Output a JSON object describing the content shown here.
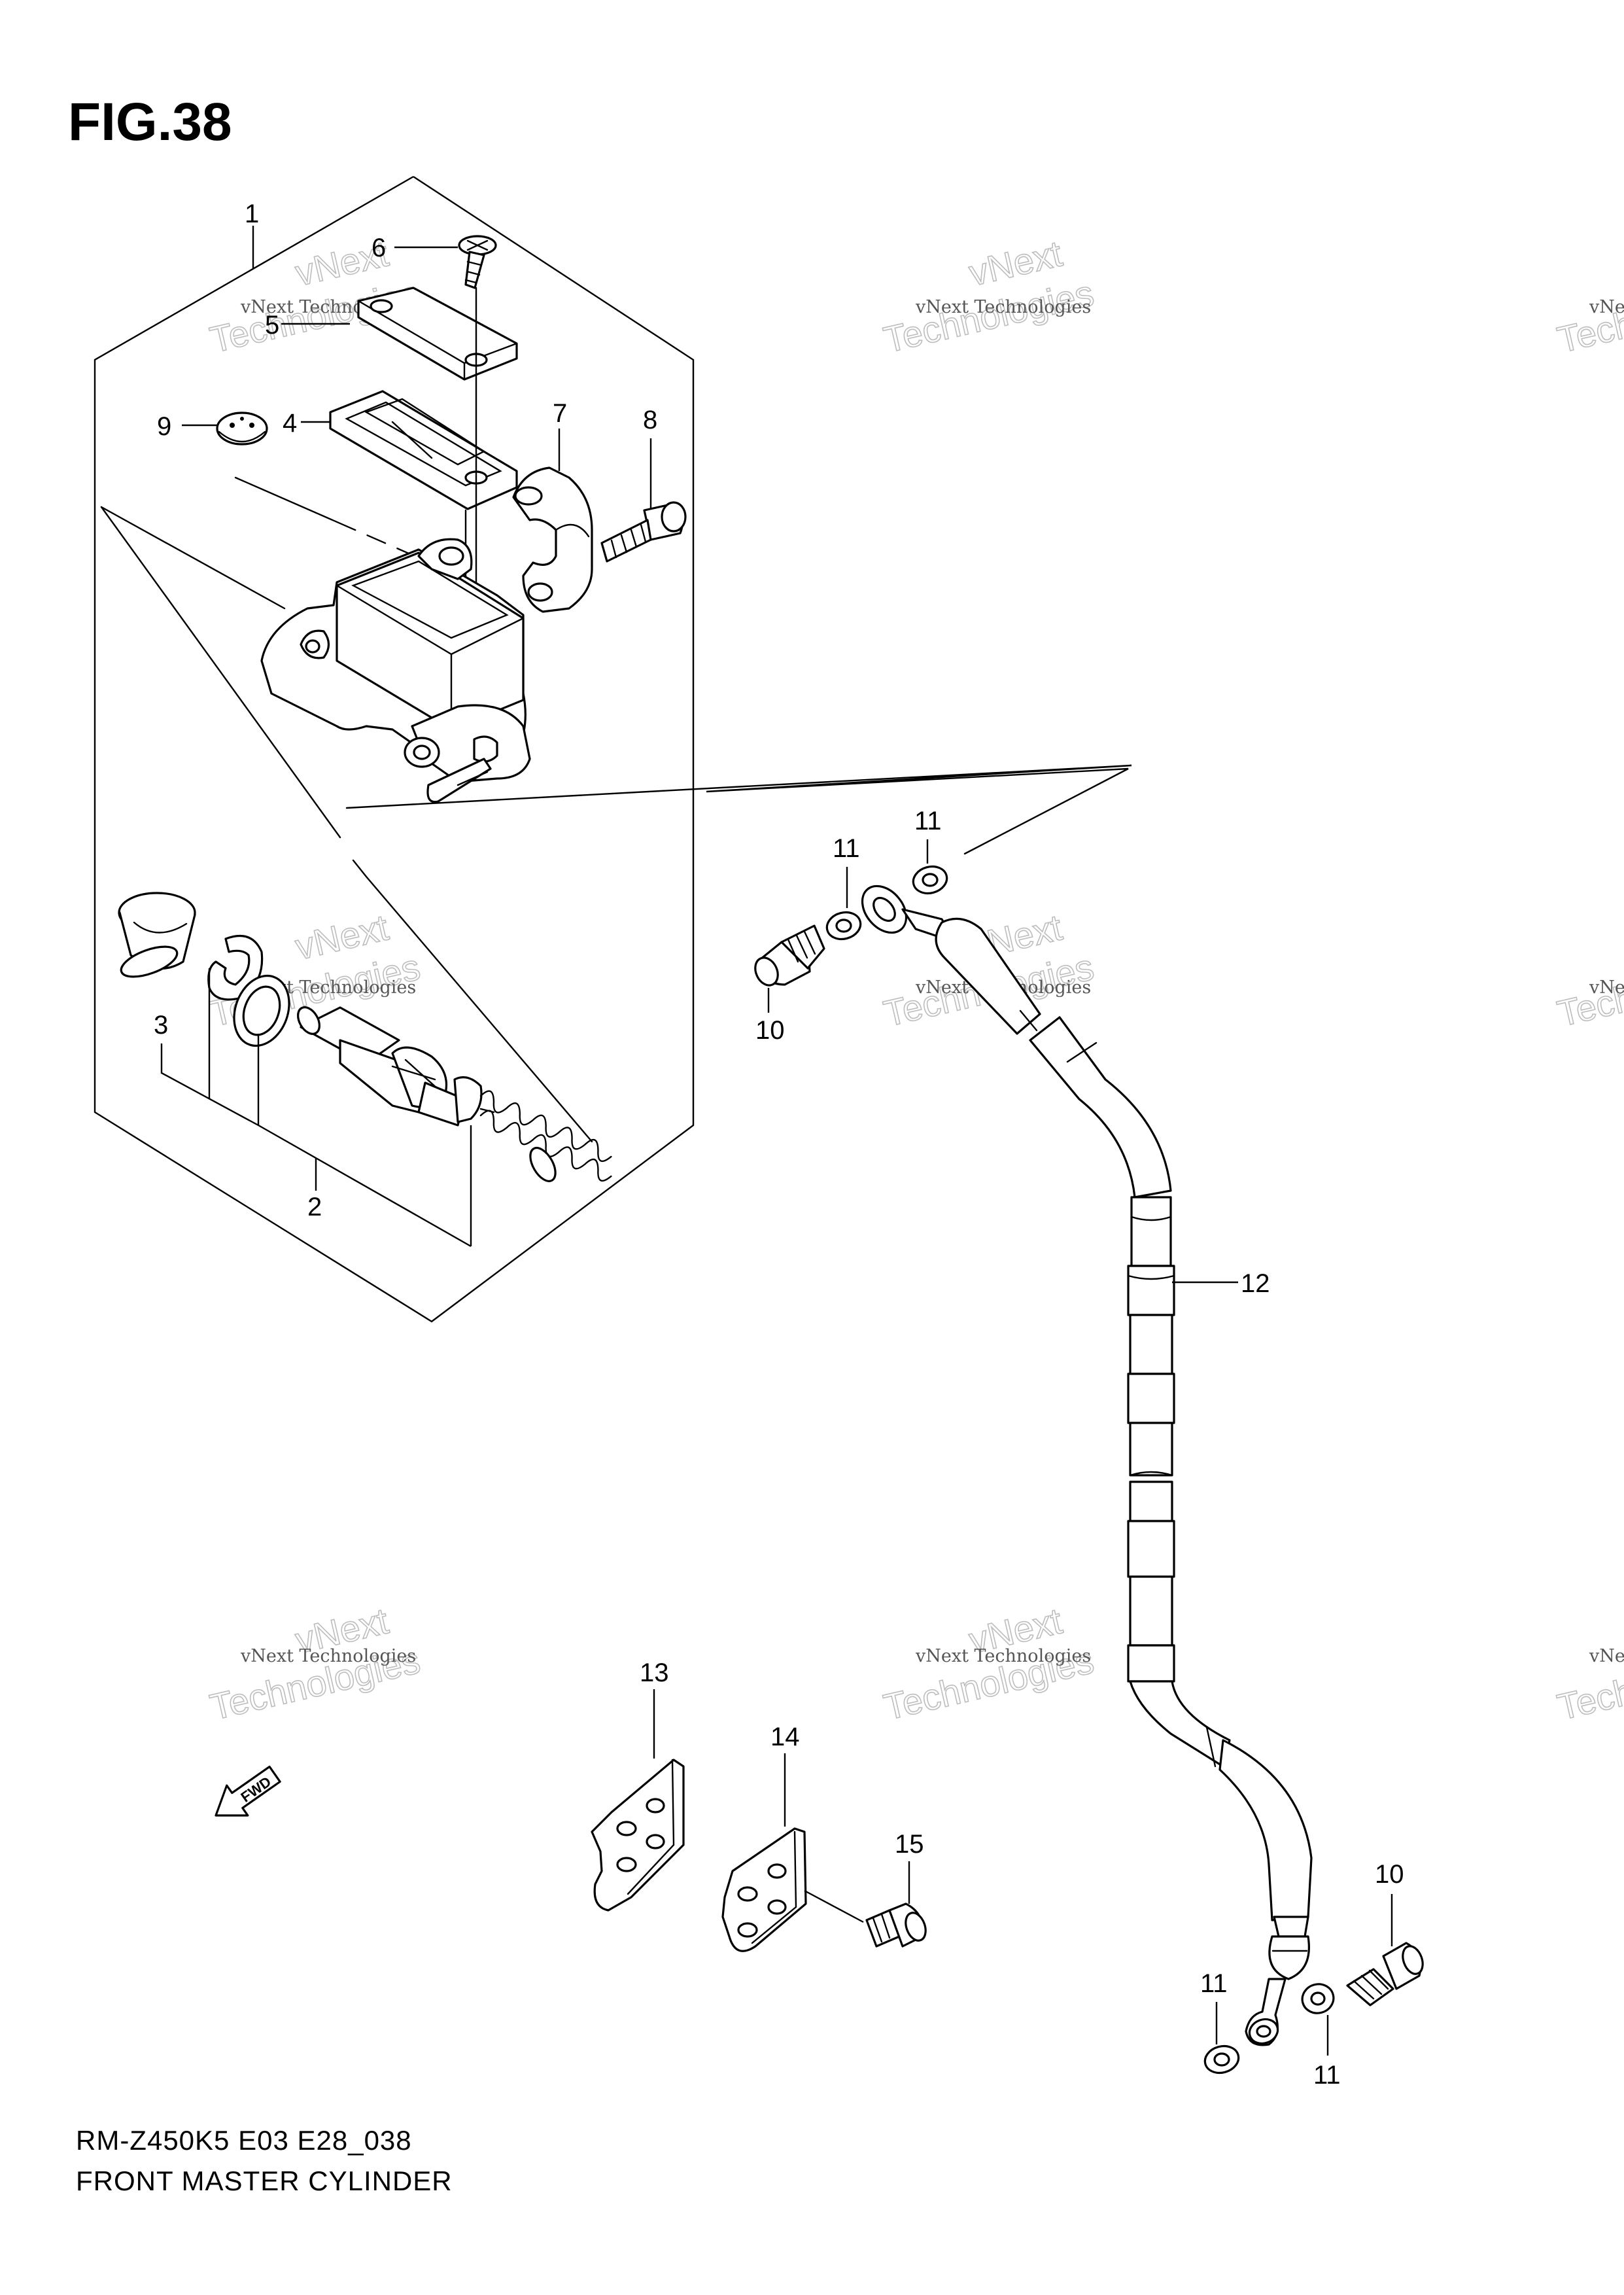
{
  "figure": {
    "title": "FIG.38",
    "model_code": "RM-Z450K5 E03 E28_038",
    "caption": "FRONT MASTER CYLINDER"
  },
  "watermark": {
    "line1": "vNext Technologies",
    "line2": "Technologies",
    "line3": "vNext"
  },
  "forward_arrow": {
    "label": "FWD"
  },
  "callouts": [
    {
      "id": "callout-1",
      "text": "1"
    },
    {
      "id": "callout-2",
      "text": "2"
    },
    {
      "id": "callout-3",
      "text": "3"
    },
    {
      "id": "callout-4",
      "text": "4"
    },
    {
      "id": "callout-5",
      "text": "5"
    },
    {
      "id": "callout-6",
      "text": "6"
    },
    {
      "id": "callout-7",
      "text": "7"
    },
    {
      "id": "callout-8",
      "text": "8"
    },
    {
      "id": "callout-9",
      "text": "9"
    },
    {
      "id": "callout-10a",
      "text": "10"
    },
    {
      "id": "callout-10b",
      "text": "10"
    },
    {
      "id": "callout-11a",
      "text": "11"
    },
    {
      "id": "callout-11b",
      "text": "11"
    },
    {
      "id": "callout-11c",
      "text": "11"
    },
    {
      "id": "callout-11d",
      "text": "11"
    },
    {
      "id": "callout-12",
      "text": "12"
    },
    {
      "id": "callout-13",
      "text": "13"
    },
    {
      "id": "callout-14",
      "text": "14"
    },
    {
      "id": "callout-15",
      "text": "15"
    }
  ]
}
